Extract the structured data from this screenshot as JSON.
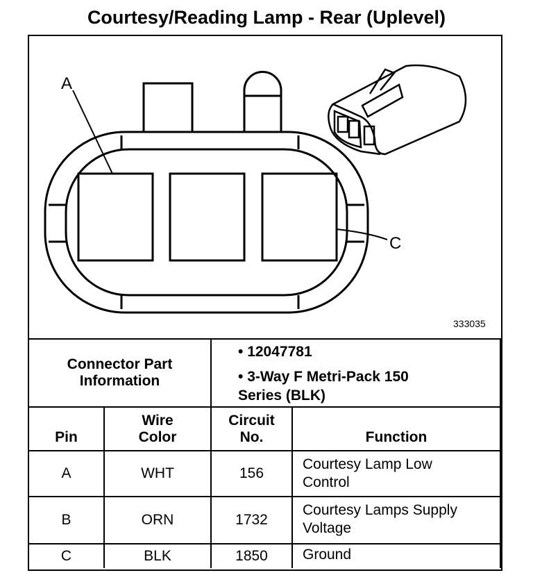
{
  "title": "Courtesy/Reading Lamp - Rear (Uplevel)",
  "diagram": {
    "label_a": "A",
    "label_c": "C",
    "figure_number": "333035"
  },
  "connector_info": {
    "label": "Connector Part Information",
    "items": [
      "12047781",
      "3-Way F Metri-Pack 150 Series (BLK)"
    ]
  },
  "table": {
    "headers": {
      "pin": "Pin",
      "wire_color": "Wire Color",
      "circuit": "Circuit No.",
      "function": "Function"
    },
    "rows": [
      {
        "pin": "A",
        "wire_color": "WHT",
        "circuit": "156",
        "function": "Courtesy Lamp Low Control"
      },
      {
        "pin": "B",
        "wire_color": "ORN",
        "circuit": "1732",
        "function": "Courtesy Lamps Supply Voltage"
      },
      {
        "pin": "C",
        "wire_color": "BLK",
        "circuit": "1850",
        "function": "Ground"
      }
    ]
  }
}
